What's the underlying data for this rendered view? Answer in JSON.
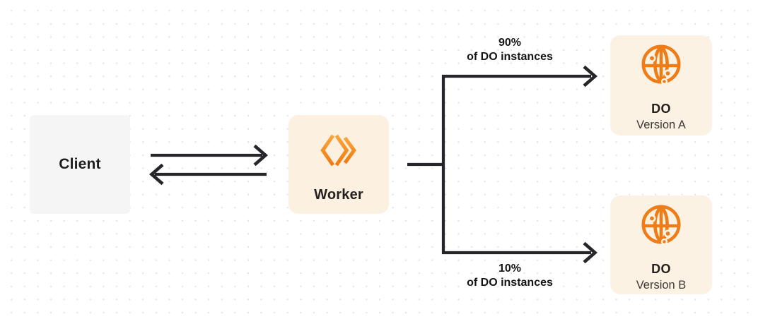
{
  "canvas": {
    "background": "#ffffff",
    "dot_color": "#e4e4e6",
    "line_color": "#26252a",
    "accent_orange": "#f48120"
  },
  "nodes": {
    "client": {
      "label": "Client",
      "bg": "#f5f5f6"
    },
    "worker": {
      "label": "Worker",
      "bg": "#fcf0e0",
      "icon": "workers-logo-icon"
    },
    "do_version_a": {
      "title": "DO",
      "subtitle": "Version A",
      "bg": "#fcf2e4",
      "icon": "globe-icon"
    },
    "do_version_b": {
      "title": "DO",
      "subtitle": "Version B",
      "bg": "#fcf2e4",
      "icon": "globe-icon"
    }
  },
  "labels": {
    "top_split": {
      "line1": "90%",
      "line2": "of DO instances"
    },
    "bottom_split": {
      "line1": "10%",
      "line2": "of DO instances"
    }
  }
}
